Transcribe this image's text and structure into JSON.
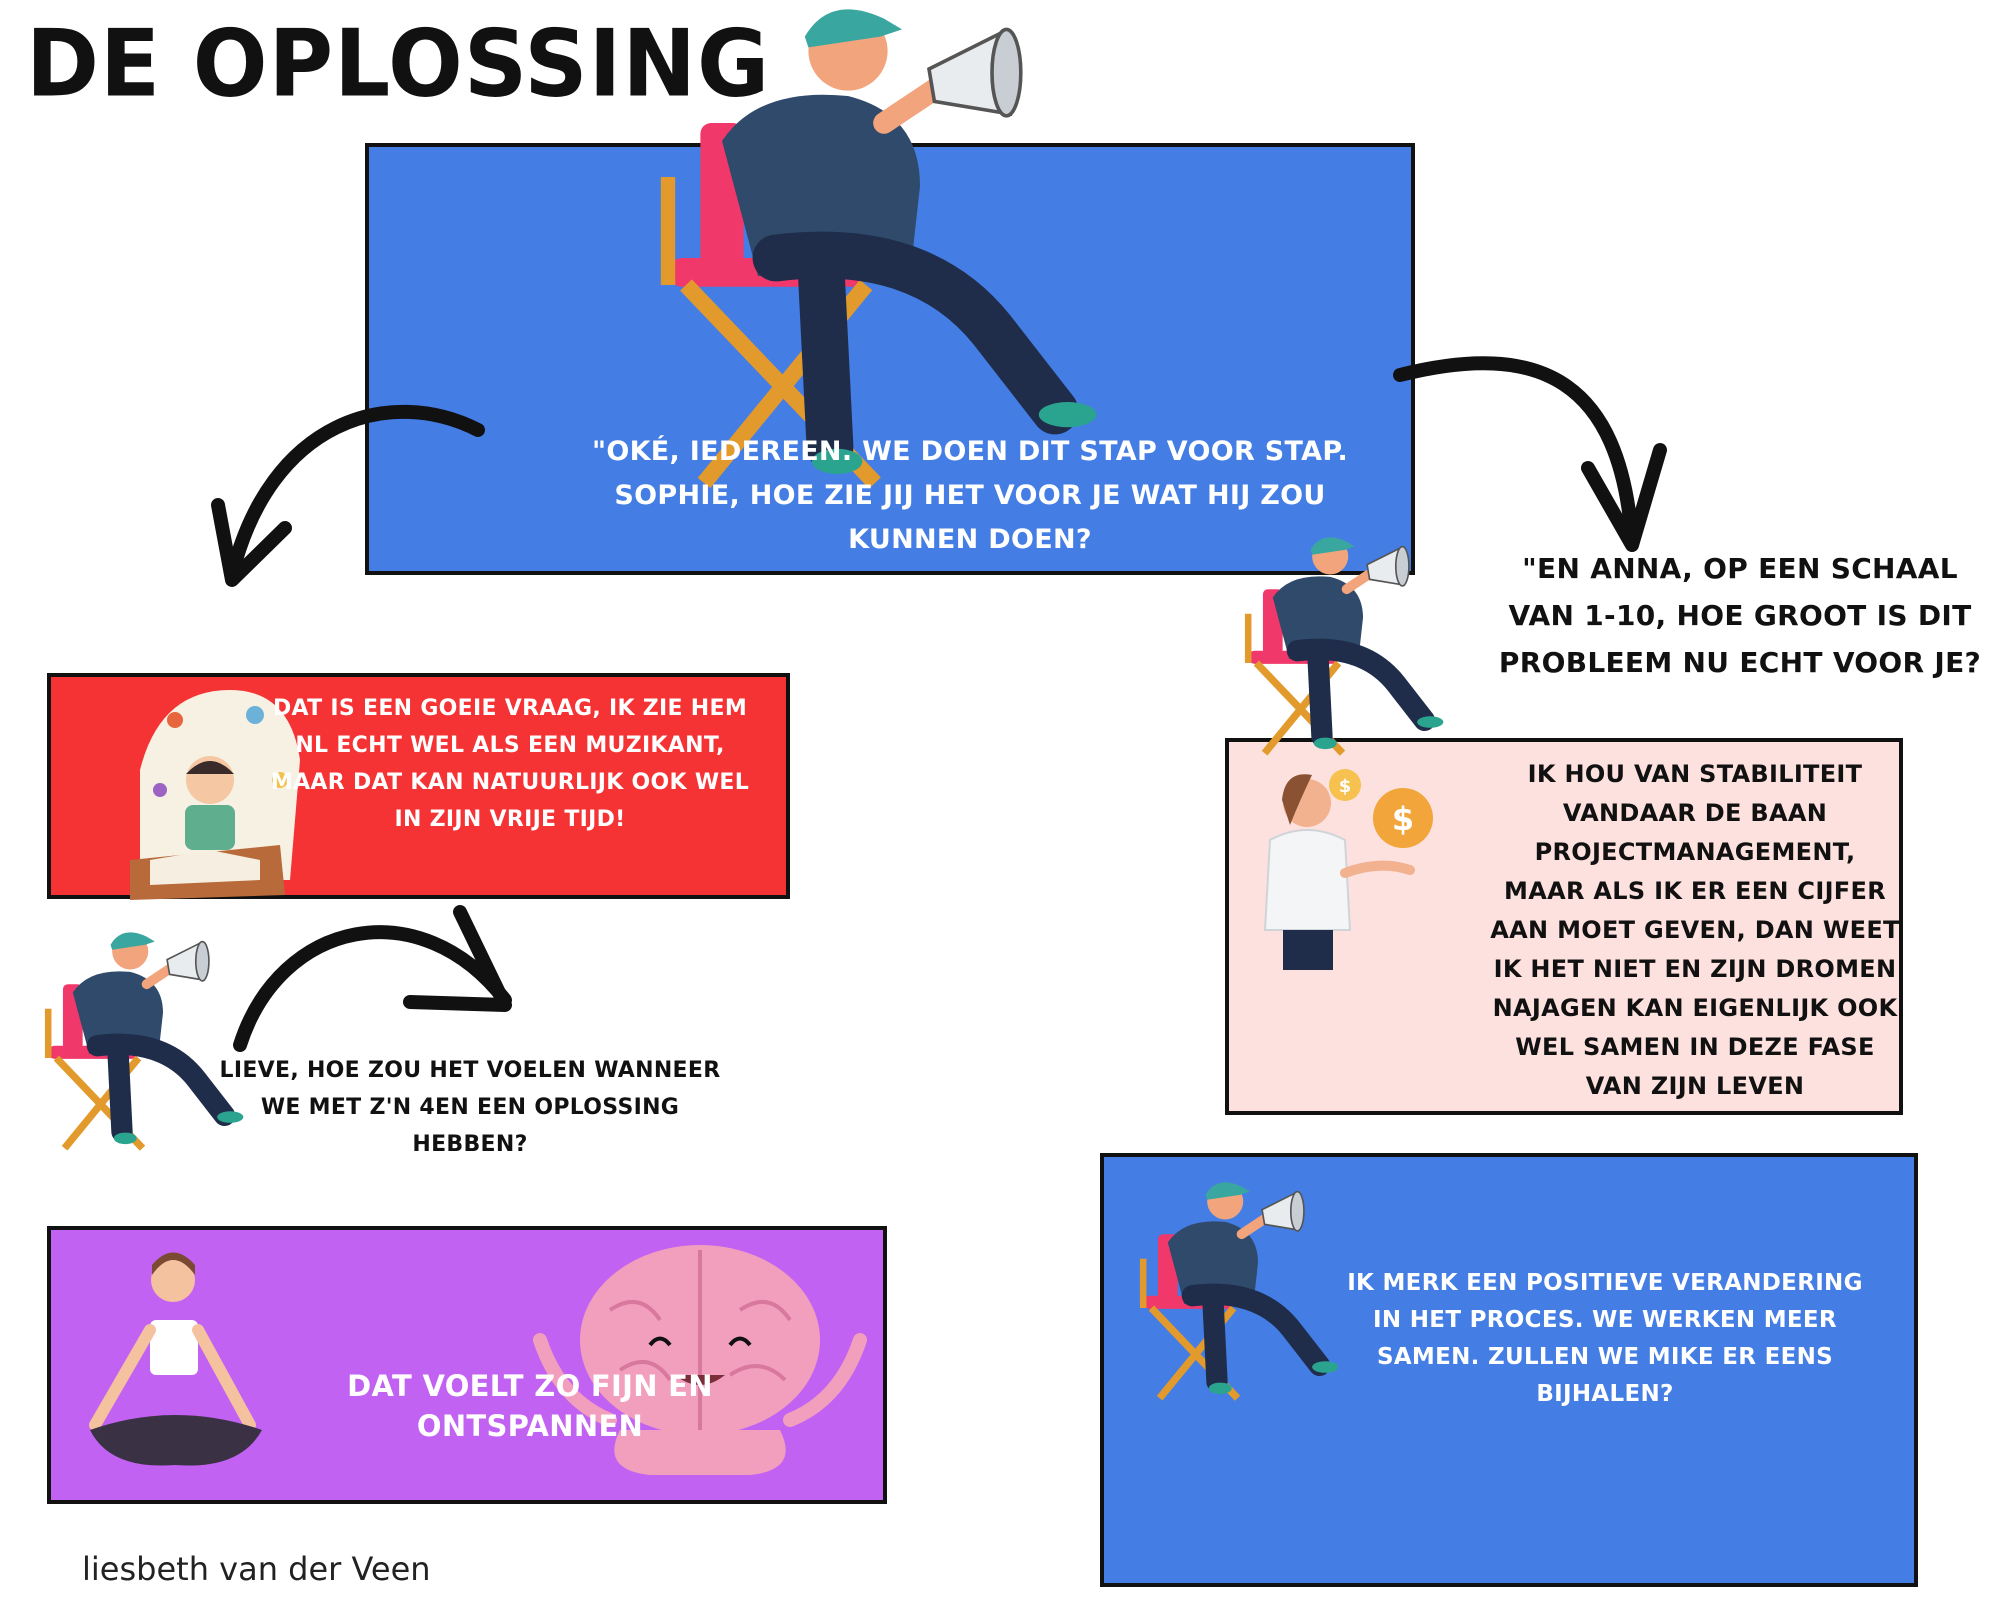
{
  "title": "DE OPLOSSING",
  "boxes": {
    "top": {
      "text": "\"Oké, iedereen. We doen dit stap voor stap. Sophie, hoe zie jij het voor je wat hij zou kunnen doen?"
    },
    "anna": {
      "text": "\"En Anna, op een schaal van 1-10, hoe groot is dit probleem nu echt voor je?"
    },
    "red": {
      "text": "Dat is een goeie vraag, ik zie hem nl echt wel als een muzikant, maar dat kan natuurlijk ook wel in zijn vrije tijd!"
    },
    "pink": {
      "text": "ik hou van stabiliteit vandaar de baan projectmanagement, maar als ik er een cijfer aan moet geven, dan weet ik het niet en zijn dromen najagen kan eigenlijk ook wel samen in deze fase van zijn leven"
    },
    "lieve": {
      "text": "Lieve, hoe zou het voelen wanneer we met z'n 4en een oplossing hebben?"
    },
    "purple": {
      "text": "Dat voelt zo fijn en ontspannen"
    },
    "blue": {
      "text": "Ik merk een positieve verandering in het proces. We werken meer samen. Zullen we Mike er eens bijhalen?"
    }
  },
  "author": "liesbeth van der Veen",
  "colors": {
    "blue": "#447de4",
    "red": "#f53234",
    "pink": "#fce1de",
    "purple": "#c162f2",
    "border": "#111111"
  },
  "icons": [
    "director-megaphone-icon",
    "curved-arrow-icon",
    "creative-girl-icon",
    "money-woman-icon",
    "meditation-icon",
    "happy-brain-icon"
  ]
}
